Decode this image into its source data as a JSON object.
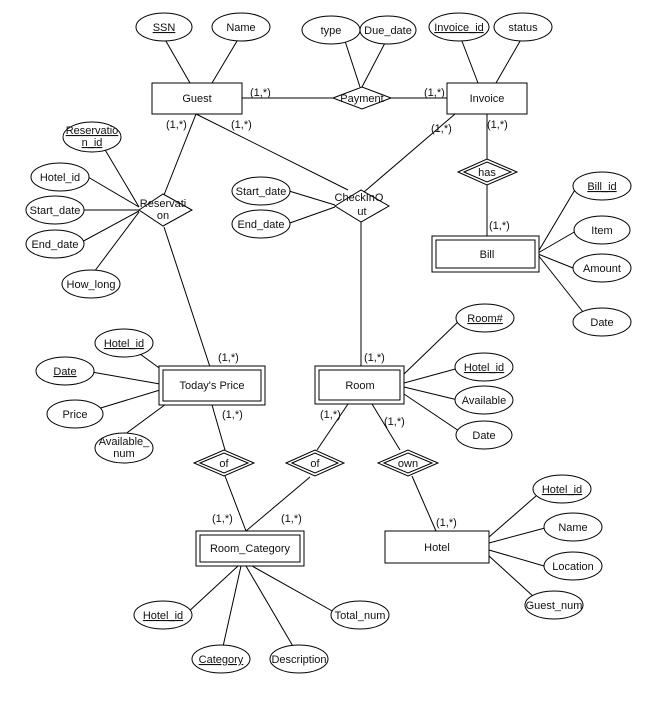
{
  "entities": {
    "guest": "Guest",
    "invoice": "Invoice",
    "bill": "Bill",
    "todays_price": "Today's Price",
    "room": "Room",
    "room_category": "Room_Category",
    "hotel": "Hotel"
  },
  "relationships": {
    "payment": "Payment",
    "reservation": [
      "Reservati",
      "on"
    ],
    "checkinout": [
      "CheckInO",
      "ut"
    ],
    "has": "has",
    "of_price": "of",
    "of_room": "of",
    "own": "own"
  },
  "attributes": {
    "ssn": "SSN",
    "guest_name": "Name",
    "type": "type",
    "due_date": "Due_date",
    "invoice_id": "Invoice_id",
    "status": "status",
    "reservation_id": [
      "Reservatio",
      "n_id"
    ],
    "res_hotel_id": "Hotel_id",
    "res_start_date": "Start_date",
    "res_end_date": "End_date",
    "how_long": "How_long",
    "ck_start_date": "Start_date",
    "ck_end_date": "End_date",
    "bill_id": "Bill_id",
    "item": "Item",
    "amount": "Amount",
    "bill_date": "Date",
    "tp_hotel_id": "Hotel_id",
    "tp_date": "Date",
    "price": "Price",
    "available_num": [
      "Available_",
      "num"
    ],
    "room_no": "Room#",
    "room_hotel_id": "Hotel_id",
    "available": "Available",
    "room_date": "Date",
    "rc_hotel_id": "Hotel_id",
    "category": "Category",
    "description": "Description",
    "total_num": "Total_num",
    "hotel_hotel_id": "Hotel_id",
    "hotel_name": "Name",
    "location": "Location",
    "guest_num": "Guest_num"
  },
  "cardinality": "(1,*)"
}
